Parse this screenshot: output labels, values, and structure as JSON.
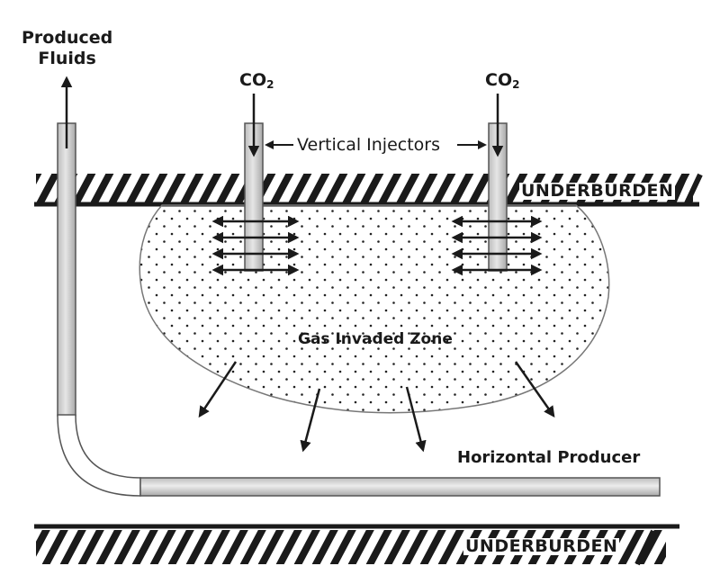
{
  "labels": {
    "produced_fluids_line1": "Produced",
    "produced_fluids_line2": "Fluids",
    "co2_base": "CO",
    "co2_sub": "2",
    "vertical_injectors": "Vertical Injectors",
    "underburden": "UNDERBURDEN",
    "gas_invaded_zone": "Gas Invaded Zone",
    "horizontal_producer": "Horizontal Producer"
  },
  "colors": {
    "ink": "#1a1a1a",
    "pipe_fill": "#c9c9c9",
    "pipe_stroke": "#555555",
    "zone_dot": "#222222",
    "zone_edge": "#777777"
  }
}
